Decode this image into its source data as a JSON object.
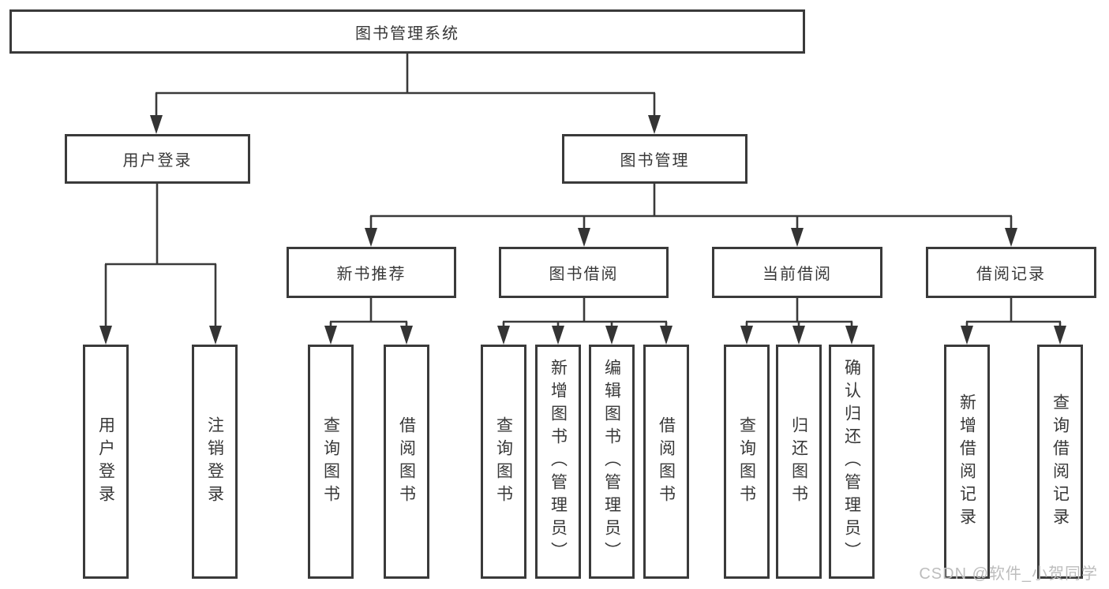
{
  "diagram": {
    "title": "图书管理系统",
    "root": {
      "label": "图书管理系统"
    },
    "branches": [
      {
        "label": "用户登录",
        "children": [
          {
            "label": "用户登录"
          },
          {
            "label": "注销登录"
          }
        ]
      },
      {
        "label": "图书管理",
        "groups": [
          {
            "label": "新书推荐",
            "children": [
              {
                "label": "查询图书"
              },
              {
                "label": "借阅图书"
              }
            ]
          },
          {
            "label": "图书借阅",
            "children": [
              {
                "label": "查询图书"
              },
              {
                "label": "新增图书（管理员）"
              },
              {
                "label": "编辑图书（管理员）"
              },
              {
                "label": "借阅图书"
              }
            ]
          },
          {
            "label": "当前借阅",
            "children": [
              {
                "label": "查询图书"
              },
              {
                "label": "归还图书"
              },
              {
                "label": "确认归还（管理员）"
              }
            ]
          },
          {
            "label": "借阅记录",
            "children": [
              {
                "label": "新增借阅记录"
              },
              {
                "label": "查询借阅记录"
              }
            ]
          }
        ]
      }
    ]
  },
  "watermark": {
    "text": "CSDN @软件_小贺同学",
    "color": "#bdbdbd"
  },
  "colors": {
    "line": "#3a3a3a",
    "arrow": "#343434",
    "box_border": "#3a3a3a",
    "box_background": "#ffffff",
    "text": "#383838",
    "page_background": "#ffffff"
  }
}
